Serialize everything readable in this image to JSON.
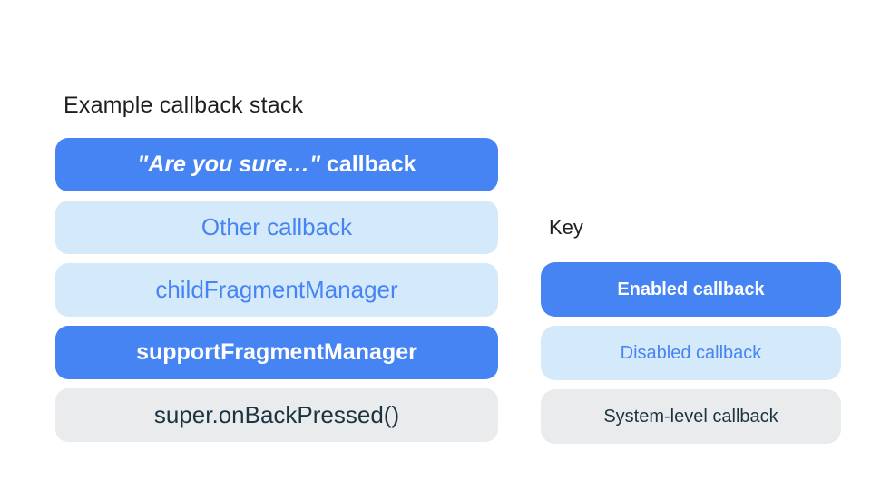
{
  "title": "Example callback stack",
  "colors": {
    "enabled_bg": "#4784F3",
    "enabled_text": "#FFFFFF",
    "disabled_bg": "#D4EAFB",
    "disabled_text": "#4784F3",
    "system_bg": "#EAEBEC",
    "system_text": "#1B3442"
  },
  "stack": {
    "items": [
      {
        "label_italic": "\"Are you sure…\"",
        "label_rest": " callback",
        "type": "enabled"
      },
      {
        "label": "Other callback",
        "type": "disabled"
      },
      {
        "label": "childFragmentManager",
        "type": "disabled"
      },
      {
        "label": "supportFragmentManager",
        "type": "enabled"
      },
      {
        "label": "super.onBackPressed()",
        "type": "system"
      }
    ]
  },
  "key": {
    "title": "Key",
    "items": [
      {
        "label": "Enabled callback",
        "type": "enabled"
      },
      {
        "label": "Disabled callback",
        "type": "disabled"
      },
      {
        "label": "System-level callback",
        "type": "system"
      }
    ]
  }
}
